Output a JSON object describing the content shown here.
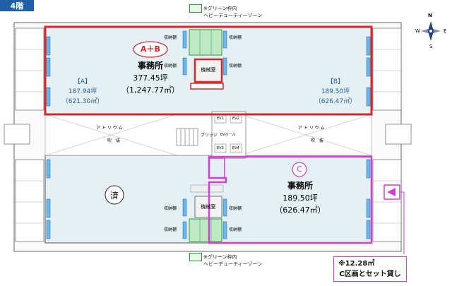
{
  "floor_label": "4階",
  "top_note": {
    "line1": "※グリーン枠内",
    "line2": "ヘビーデューティーゾーン"
  },
  "bottom_note": {
    "line1": "※グリーン枠内",
    "line2": "ヘビーデューティーゾーン"
  },
  "north_label": "N",
  "compass_letters": {
    "e": "E",
    "w": "W",
    "s": "S"
  },
  "north_wing": {
    "badge": "A＋B",
    "office_label": "事務所",
    "tsubo": "377.45坪",
    "sqm": "（1,247.77㎡）",
    "unit_a": {
      "label": "【A】",
      "tsubo": "187.94坪",
      "sqm": "（621.30㎡）"
    },
    "unit_b": {
      "label": "【B】",
      "tsubo": "189.50坪",
      "sqm": "（626.47㎡）"
    },
    "machine_room": "機械室",
    "storage": "収納棚"
  },
  "south_wing": {
    "badge": "C",
    "office_label": "事務所",
    "tsubo": "189.50坪",
    "sqm": "（626.47㎡）",
    "done_mark": "済",
    "machine_room": "機械室",
    "storage": "収納棚"
  },
  "atrium": {
    "left": "ア ト リ ウ ム",
    "right": "ア ト リ ウ ム",
    "void": "吹　抜",
    "bridge": "ブリッジ"
  },
  "ev_labels": {
    "ev1": "EV1",
    "ev2": "EV2",
    "ev3": "EV3",
    "ev4": "EV4",
    "evhall": "EVホール"
  },
  "set_note": {
    "line1": "※12.28㎡",
    "line2": "C区画とセット貸し"
  },
  "colors": {
    "red": "#d8262c",
    "pink": "#d23fd2",
    "blue": "#1f5fa8",
    "green": "#2d9a3b",
    "floor_fill": "#e4f0f3"
  }
}
